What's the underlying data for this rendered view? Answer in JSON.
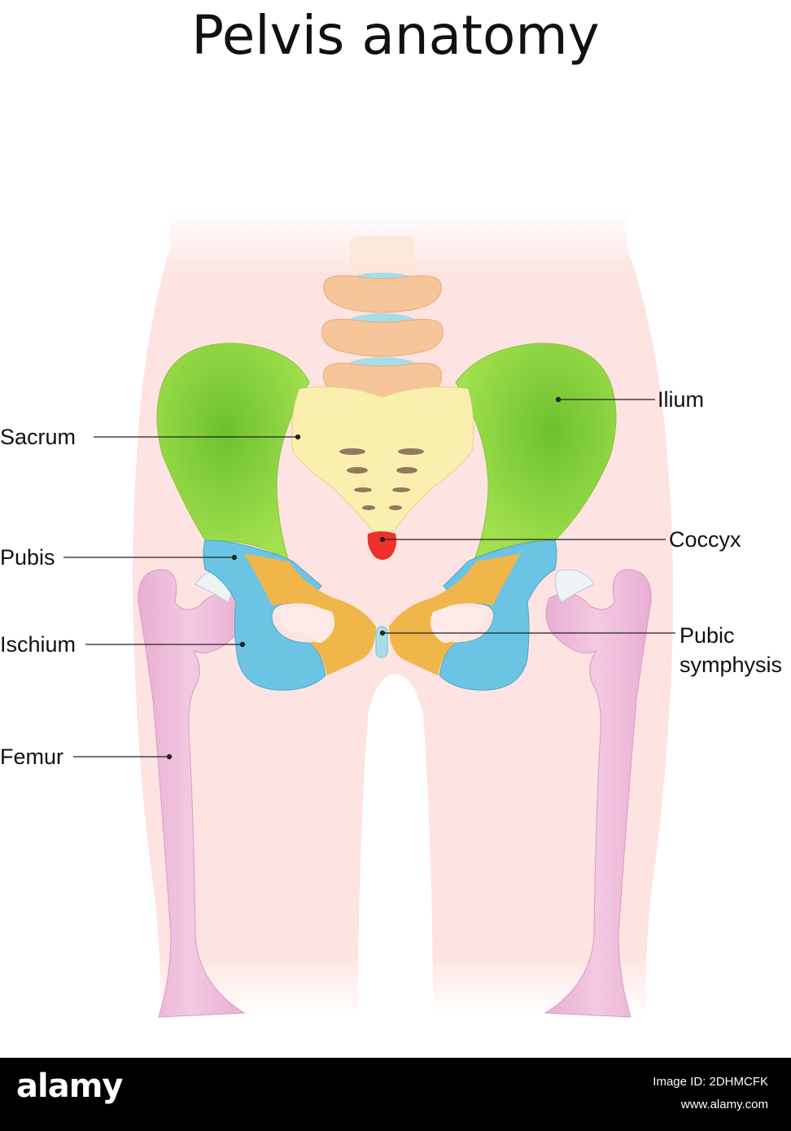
{
  "title": "Pelvis anatomy",
  "labels": {
    "ilium": "Ilium",
    "sacrum": "Sacrum",
    "coccyx": "Coccyx",
    "pubis": "Pubis",
    "ischium": "Ischium",
    "pubic_symphysis_line1": "Pubic",
    "pubic_symphysis_line2": "symphysis",
    "femur": "Femur"
  },
  "colors": {
    "skin": "#fde3e1",
    "ilium": "#a2e04e",
    "ilium_dark": "#6cc12e",
    "sacrum": "#fbefb0",
    "coccyx": "#f0302a",
    "pubis_ischium": "#6cc4e4",
    "pubic_bridge": "#f0b64a",
    "femur": "#e8aed2",
    "vertebra": "#f7c59a",
    "disc": "#a8dde8"
  },
  "footer": {
    "logo": "alamy",
    "image_id": "Image ID: 2DHMCFK",
    "site": "www.alamy.com"
  }
}
